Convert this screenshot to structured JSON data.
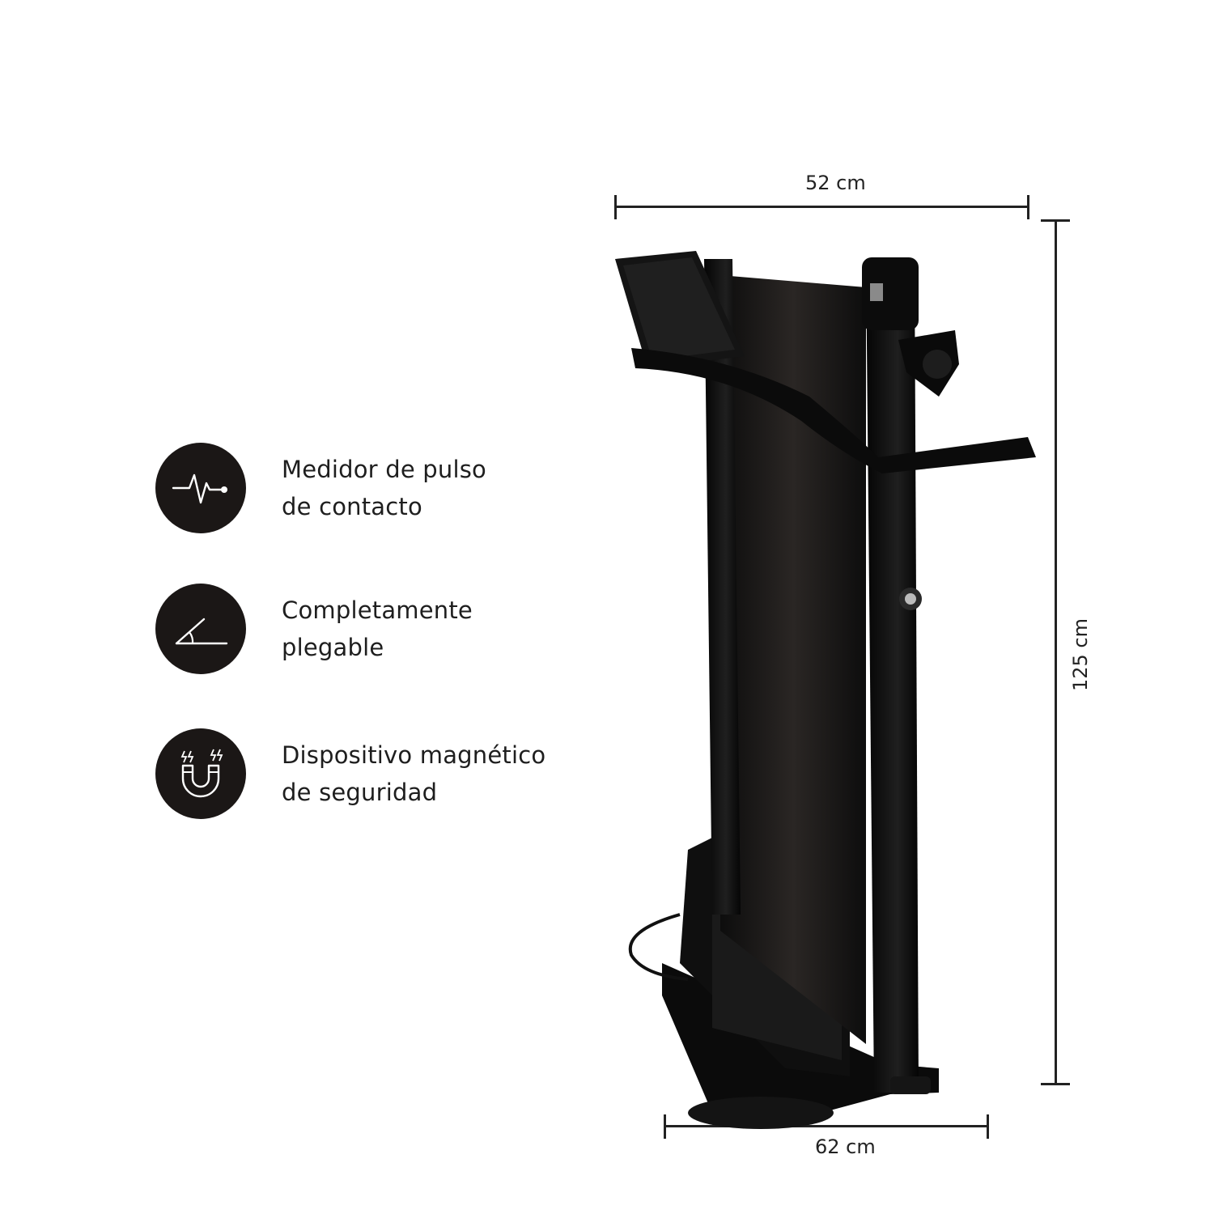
{
  "features": [
    {
      "icon": "heartbeat-pulse-icon",
      "line1": "Medidor de pulso",
      "line2": "de contacto"
    },
    {
      "icon": "fold-angle-icon",
      "line1": "Completamente",
      "line2": "plegable"
    },
    {
      "icon": "magnet-icon",
      "line1": "Dispositivo magnético",
      "line2": "de seguridad"
    }
  ],
  "dimensions": {
    "top_width": "52 cm",
    "height": "125 cm",
    "bottom_width": "62 cm"
  },
  "colors": {
    "icon_circle": "#1b1716",
    "product": "#111111"
  }
}
